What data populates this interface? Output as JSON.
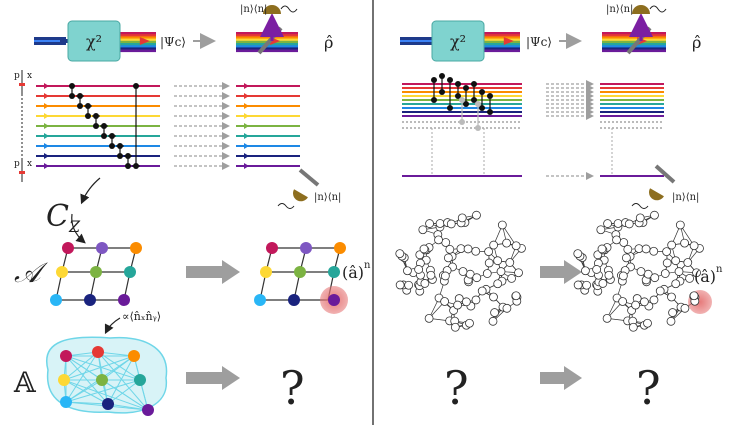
{
  "colors": {
    "rainbow": [
      "#c2185b",
      "#e53935",
      "#fb8c00",
      "#fdd835",
      "#7cb342",
      "#26a69a",
      "#1e88e5",
      "#1a237e",
      "#6a1b9a"
    ],
    "crystal": "#7fd3cf",
    "arrow_gray": "#9e9e9e",
    "highlight_red": "#e57373",
    "detector": "#8d6e1f",
    "node_white": "#ffffff",
    "node_black": "#111111",
    "shell_cyan": "#6fd6e8"
  },
  "left": {
    "source": {
      "crystal_label": "χ²",
      "state_label": "|Ψc⟩"
    },
    "measurement": {
      "projector_label": "|n⟩⟨n|",
      "rho_label": "ρ̂"
    },
    "circuit": {
      "p_label": "p",
      "x_label": "x",
      "gate_label": "C_Z",
      "bottom_projector": "|n⟩⟨n|"
    },
    "row_A": {
      "label": "𝒜",
      "operator_label": "(â)",
      "exponent": "n"
    },
    "row_AA": {
      "label": "𝔸",
      "correlation_label": "∝⟨n̂ₓn̂ᵧ⟩",
      "question": "?"
    }
  },
  "right": {
    "source": {
      "crystal_label": "χ²",
      "state_label": "|Ψc⟩"
    },
    "measurement": {
      "projector_label": "|n⟩⟨n|",
      "rho_label": "ρ̂"
    },
    "circuit": {
      "bottom_projector": "|n⟩⟨n|"
    },
    "graph_row": {
      "operator_label": "(â)",
      "exponent": "n"
    },
    "bottom_row": {
      "question_left": "?",
      "question_right": "?"
    }
  }
}
